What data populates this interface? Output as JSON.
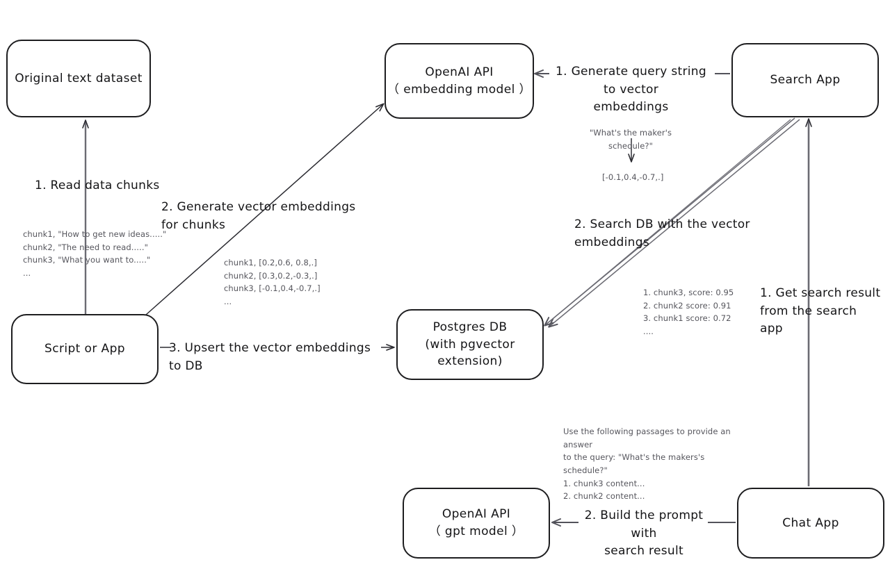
{
  "diagram": {
    "title": "Vector search RAG architecture",
    "stroke_color": "#1d1d1f",
    "arrow_color": "#4a4a52",
    "note_color": "#55555c",
    "background": "#ffffff"
  },
  "nodes": {
    "original_dataset": {
      "line1": "Original text dataset",
      "line2": ""
    },
    "openai_embed": {
      "line1": "OpenAI API",
      "line2": "（ embedding model ）"
    },
    "search_app": {
      "line1": "Search App",
      "line2": ""
    },
    "script_app": {
      "line1": "Script or App",
      "line2": ""
    },
    "postgres_db": {
      "line1": "Postgres DB",
      "line2": "(with pgvector extension)"
    },
    "openai_gpt": {
      "line1": "OpenAI API",
      "line2": "（ gpt model ）"
    },
    "chat_app": {
      "line1": "Chat App",
      "line2": ""
    }
  },
  "edge_labels": {
    "read_chunks": "1. Read data chunks",
    "generate_embeddings": "2. Generate vector embeddings for chunks",
    "upsert": "3. Upsert the vector embeddings  to DB",
    "generate_query": "1. Generate query string to vector\nembeddings",
    "search_db": "2. Search DB with the vector embeddings",
    "get_search_result": "1. Get search result\nfrom the search app",
    "build_prompt": "2. Build the prompt with\nsearch result"
  },
  "notes": {
    "chunks": "chunk1, \"How to get new ideas.....\"\nchunk2, \"The need to read.....\"\nchunk3, \"What you want to.....\"\n...",
    "chunk_vectors": "chunk1, [0.2,0.6, 0.8,.]\nchunk2, [0.3,0.2,-0.3,.]\nchunk3, [-0.1,0.4,-0.7,.]\n...",
    "query_text": "\"What's the maker's schedule?\"",
    "query_vector": "[-0.1,0.4,-0.7,.]",
    "scores": "1. chunk3, score: 0.95\n2. chunk2 score: 0.91\n3. chunk1 score: 0.72\n....",
    "prompt": "Use the following passages to provide an answer\nto the query: \"What's the makers's schedule?\"\n1. chunk3 content...\n2. chunk2 content..."
  }
}
